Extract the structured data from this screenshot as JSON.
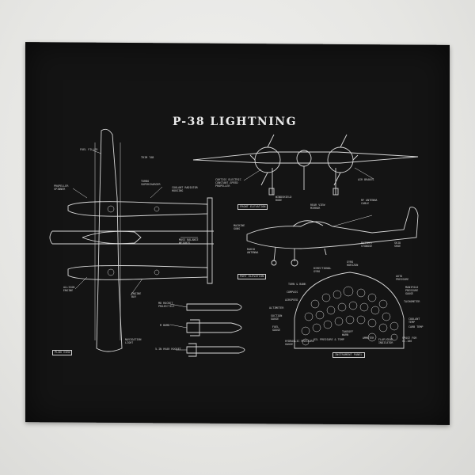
{
  "poster": {
    "title": "P-38 LIGHTNING",
    "views": {
      "plan": "PLAN VIEW",
      "front": "FRONT ELEVATION",
      "port": "PORT ELEVATION",
      "instrument": "INSTRUMENT PANEL"
    },
    "labels": {
      "fuel_filler": "FUEL FILLER",
      "trim_tab": "TRIM TAB",
      "turbo_super": "TURBO SUPERCHARGER",
      "propeller_spinner": "PROPELLER SPINNER",
      "coolant_radiator": "COOLANT RADIATOR HOUSING",
      "mass_balance": "MASS BALANCE WEIGHTS",
      "allison_engine": "ALLISON ENGINE",
      "engine_bay": "ENGINE BAY",
      "navigation_light": "NAVIGATION LIGHT",
      "m8_rocket": "M8 ROCKET PROJECTILE",
      "m_bomb": "M BOMB",
      "hvar": "5-IN HVAR ROCKET",
      "curtiss_prop": "CURTISS ELECTRIC CONSTANT-SPEED PROPELLER",
      "windshield_bode": "WINDSHIELD BODE",
      "rear_view_mirror": "REAR VIEW MIRROR",
      "rf_antenna": "RF ANTENNA CABLE",
      "air_brakes": "AIR BRAKES",
      "machine_guns": "MACHINE GUNS",
      "radio_antenna": "RADIO ANTENNA",
      "battery_stowage": "BATTERY STOWAGE",
      "skid_shoe": "SKID SHOE",
      "gyro_horizon": "GYRO HORIZON",
      "directional_gyro": "DIRECTIONAL GYRO",
      "turn_bank": "TURN & BANK",
      "compass": "COMPASS",
      "airspeed": "AIRSPEED",
      "altimeter": "ALTIMETER",
      "suction_gauge": "SUCTION GAUGE",
      "fuel_gauge": "FUEL GAUGE",
      "hydraulic_pressure": "HYDRAULIC PRESSURE GAUGE",
      "oil_pressure": "OIL PRESSURE & TEMP",
      "takeoff_warn": "TAKEOFF WARN",
      "ammeter": "AMMETER",
      "flap_gear": "FLAP/GEAR INDICATOR",
      "space_for_gc": "SPACE FOR GC-106",
      "coolant_temp": "COOLANT TEMP",
      "carb_temp": "CARB TEMP",
      "tachometer": "TACHOMETER",
      "manifold_pressure": "MANIFOLD PRESSURE GAUGE",
      "auto_pressure": "AUTO PRESSURE"
    }
  }
}
